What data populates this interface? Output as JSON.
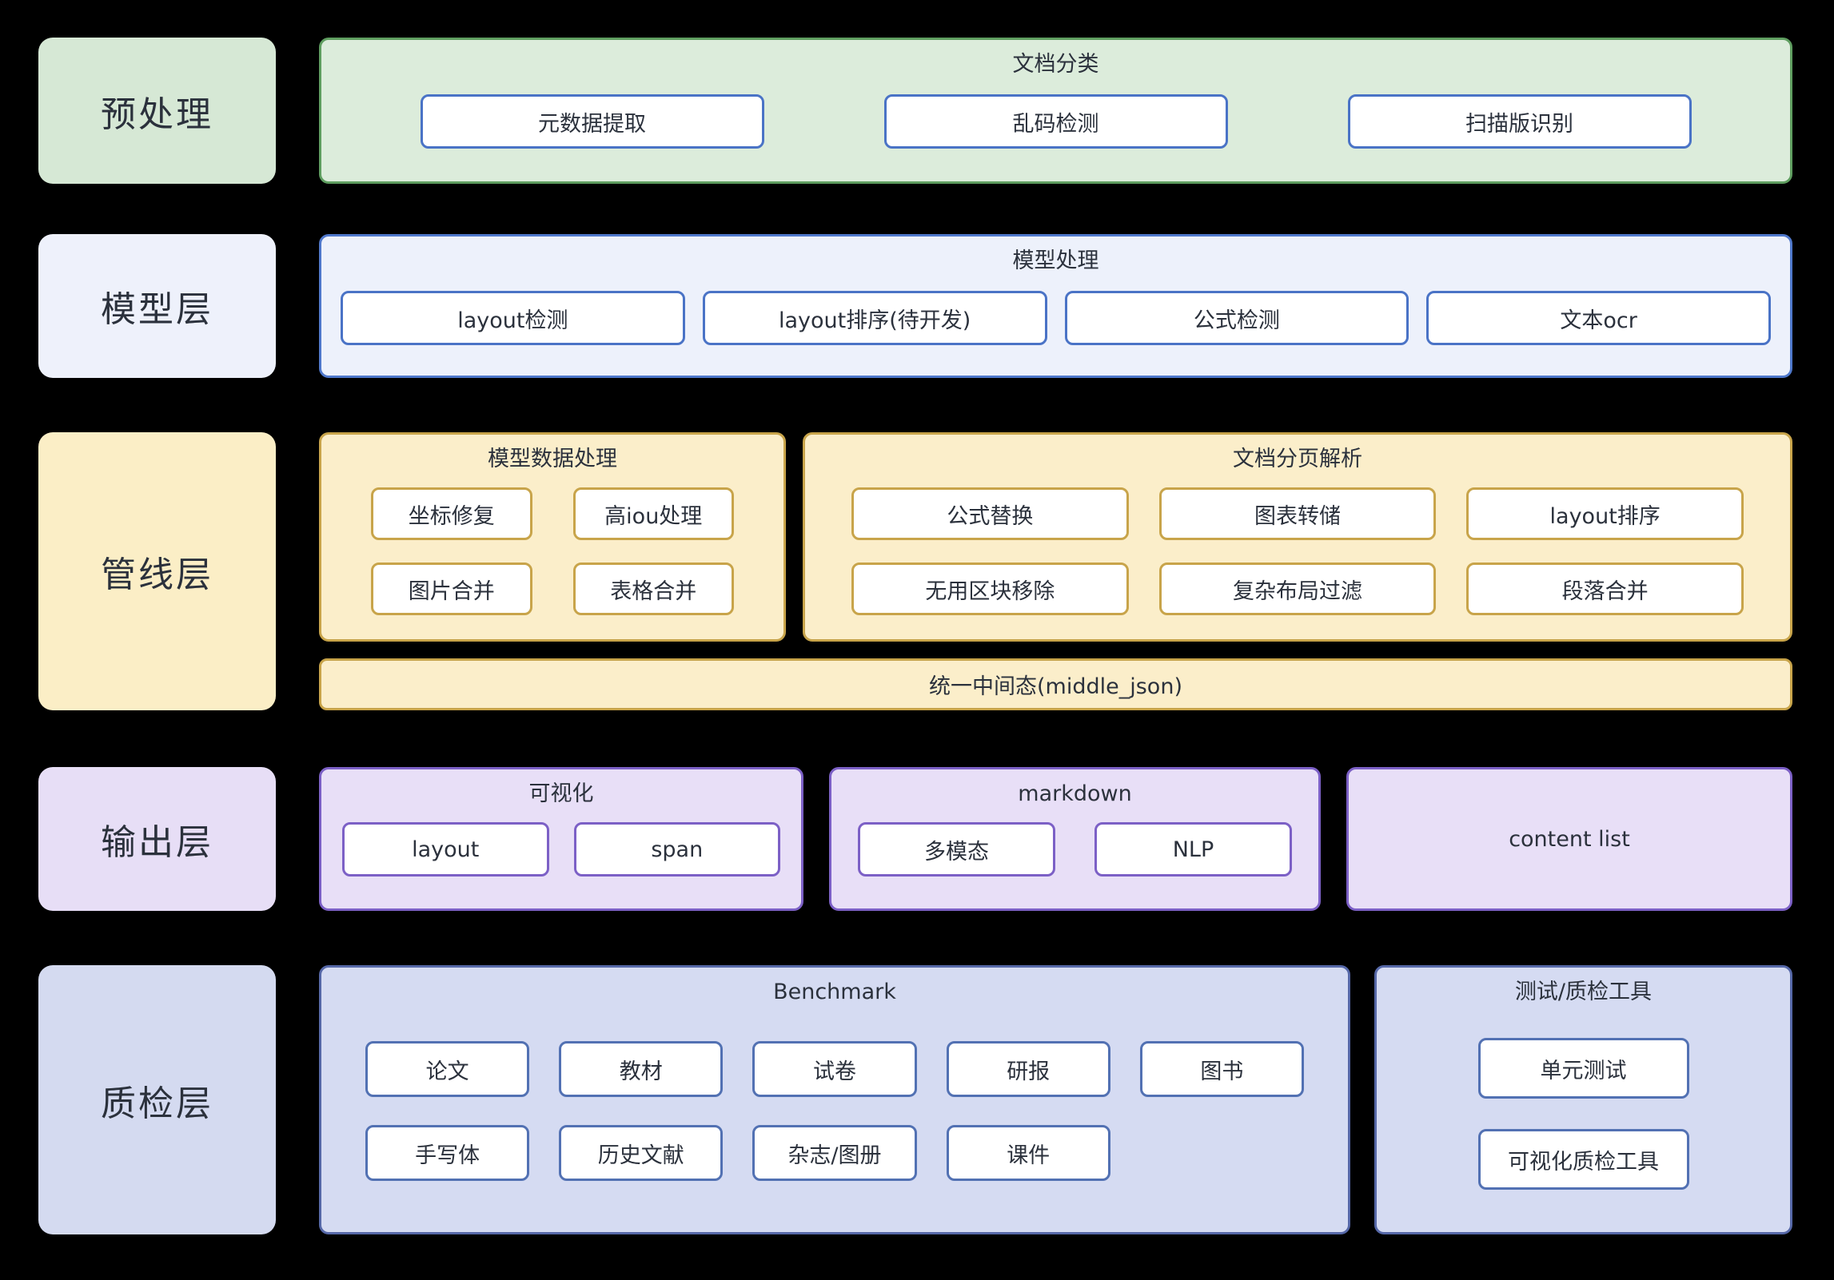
{
  "colors": {
    "background": "#000000",
    "text": "#2b313c",
    "green_bg": "#dcecdb",
    "green_border": "#5f9e60",
    "green_label_bg": "#d6e8d5",
    "blue_bg": "#edf1fb",
    "blue_border": "#4f78cb",
    "blue_label_bg": "#eef1fb",
    "item_blue_border": "#4a73c6",
    "yellow_bg": "#fbeeca",
    "yellow_border": "#c8a44a",
    "yellow_label_bg": "#fbeec6",
    "purple_bg": "#e8dff7",
    "purple_border": "#7c60c6",
    "purple_label_bg": "#e7def6",
    "periwinkle_bg": "#d5dbf2",
    "periwinkle_border": "#5668a8",
    "periwinkle_label_bg": "#d4daf0",
    "item_navy_border": "#5271b3"
  },
  "layers": {
    "preprocess": {
      "label": "预处理",
      "panel_title": "文档分类",
      "items": [
        "元数据提取",
        "乱码检测",
        "扫描版识别"
      ]
    },
    "model": {
      "label": "模型层",
      "panel_title": "模型处理",
      "items": [
        "layout检测",
        "layout排序(待开发)",
        "公式检测",
        "文本ocr"
      ]
    },
    "pipeline": {
      "label": "管线层",
      "model_data": {
        "title": "模型数据处理",
        "items": [
          "坐标修复",
          "高iou处理",
          "图片合并",
          "表格合并"
        ]
      },
      "doc_parse": {
        "title": "文档分页解析",
        "items": [
          "公式替换",
          "图表转储",
          "layout排序",
          "无用区块移除",
          "复杂布局过滤",
          "段落合并"
        ]
      },
      "middle_state": "统一中间态(middle_json)"
    },
    "output": {
      "label": "输出层",
      "visualization": {
        "title": "可视化",
        "items": [
          "layout",
          "span"
        ]
      },
      "markdown": {
        "title": "markdown",
        "items": [
          "多模态",
          "NLP"
        ]
      },
      "content_list": "content list"
    },
    "qa": {
      "label": "质检层",
      "benchmark": {
        "title": "Benchmark",
        "row1": [
          "论文",
          "教材",
          "试卷",
          "研报",
          "图书"
        ],
        "row2": [
          "手写体",
          "历史文献",
          "杂志/图册",
          "课件"
        ]
      },
      "tools": {
        "title": "测试/质检工具",
        "items": [
          "单元测试",
          "可视化质检工具"
        ]
      }
    }
  }
}
